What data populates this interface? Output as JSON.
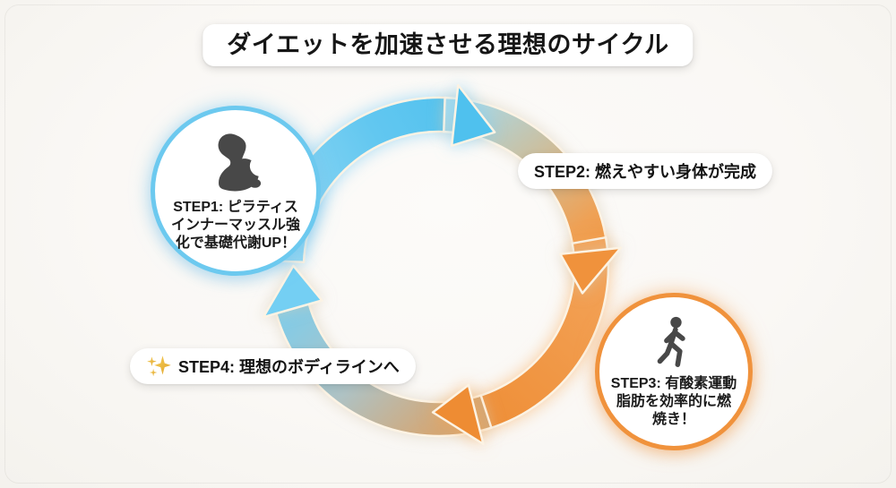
{
  "title": "ダイエットを加速させる理想のサイクル",
  "cycle": {
    "step1": {
      "type": "circle",
      "icon": "flexed-biceps-icon",
      "accent": "#6CC9EF",
      "lines": [
        "STEP1: ピラティス",
        "インナーマッスル強",
        "化で基礎代謝UP！"
      ]
    },
    "step2": {
      "type": "badge",
      "label": "STEP2: 燃えやすい身体が完成"
    },
    "step3": {
      "type": "circle",
      "icon": "walking-person-icon",
      "accent": "#F0923C",
      "lines": [
        "STEP3: 有酸素運動",
        "脂肪を効率的に燃",
        "焼き！"
      ]
    },
    "step4": {
      "type": "badge",
      "icon": "sparkles-icon",
      "label": "STEP4: 理想のボディラインへ"
    }
  },
  "colors": {
    "blue": "#5FC6EF",
    "orange": "#F0923C",
    "gold": "#E9B83E",
    "icon_gray": "#484848",
    "text": "#161616",
    "badge_bg": "#FFFFFF",
    "background": "#FAF8F5"
  }
}
